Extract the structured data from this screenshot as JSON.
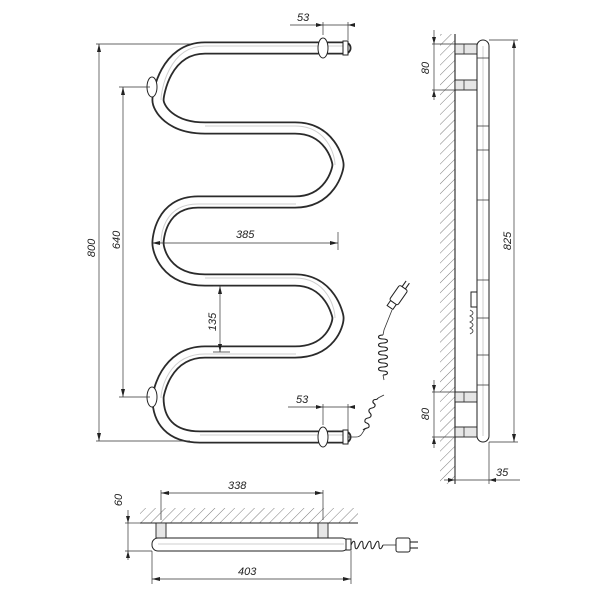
{
  "front_view": {
    "dim_top_offset": "53",
    "dim_bottom_offset": "53",
    "dim_total_height": "800",
    "dim_mount_spacing": "640",
    "dim_width": "385",
    "dim_loop_pitch": "135"
  },
  "side_view": {
    "dim_top_bracket": "80",
    "dim_bottom_bracket": "80",
    "dim_total_height": "825",
    "dim_depth": "35"
  },
  "top_view": {
    "dim_bracket_spacing": "338",
    "dim_wall_offset": "60",
    "dim_overall_width": "403"
  }
}
